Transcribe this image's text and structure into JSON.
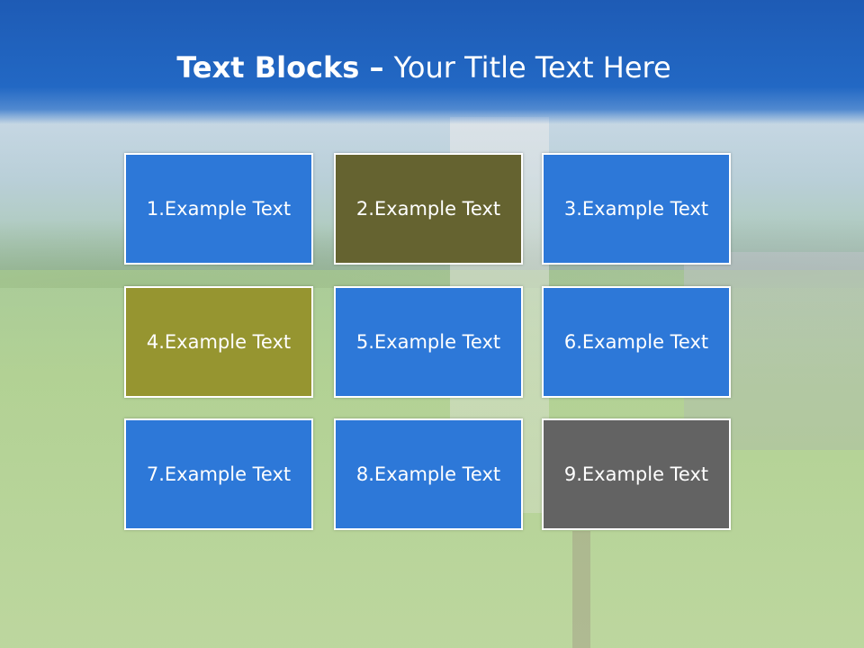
{
  "slide": {
    "title_bold": "Text Blocks",
    "title_separator": " – ",
    "title_rest": "Your Title Text Here"
  },
  "colors": {
    "header_blue": "#1e5bb5",
    "block_blue": "#2d78d8",
    "block_olive_dark": "#656330",
    "block_olive": "#969530",
    "block_gray": "#636363"
  },
  "blocks": [
    {
      "label": "1.Example Text",
      "color": "#2d78d8"
    },
    {
      "label": "2.Example Text",
      "color": "#656330"
    },
    {
      "label": "3.Example Text",
      "color": "#2d78d8"
    },
    {
      "label": "4.Example Text",
      "color": "#969530"
    },
    {
      "label": "5.Example Text",
      "color": "#2d78d8"
    },
    {
      "label": "6.Example Text",
      "color": "#2d78d8"
    },
    {
      "label": "7.Example Text",
      "color": "#2d78d8"
    },
    {
      "label": "8.Example Text",
      "color": "#2d78d8"
    },
    {
      "label": "9.Example Text",
      "color": "#636363"
    }
  ]
}
